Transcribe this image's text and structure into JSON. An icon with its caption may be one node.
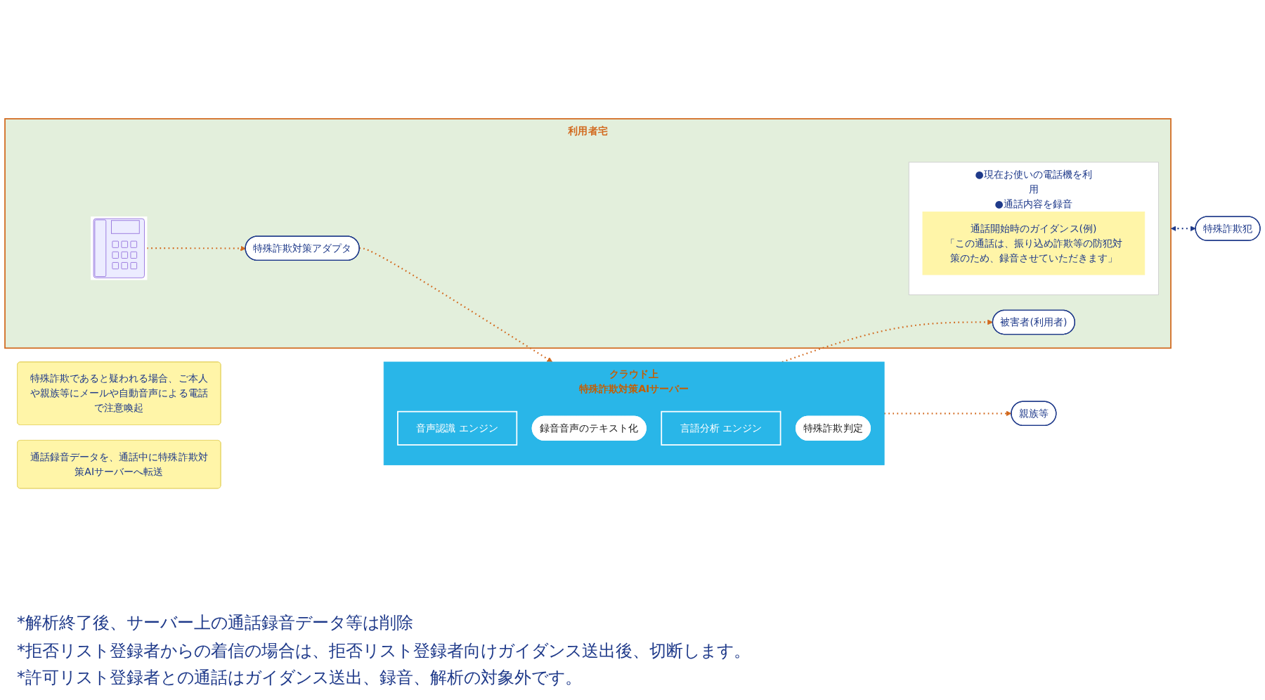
{
  "diagram": {
    "nodes": [
      {
        "text": [
          "親族等"
        ]
      },
      {
        "text": [
          "クラウド上",
          "特殊詐欺対策AIサーバー"
        ]
      },
      {
        "text": [
          "音声認識 エンジン"
        ],
        "in": 1
      },
      {
        "text": [
          "録音音声のテキスト化"
        ],
        "in": 1
      },
      {
        "text": [
          "言語分析 エンジン"
        ],
        "in": 1
      },
      {
        "text": [
          "特殊詐欺判定"
        ],
        "in": 1
      },
      {
        "text": [
          "利用者宅"
        ]
      },
      {
        "text": [
          "●現在お使いの電話機を利用",
          "●通話内容を録音"
        ],
        "in": 6
      },
      {
        "text": [
          "通話開始時のガイダンス(例)",
          "「この通話は、振り込め詐欺等の防犯対策のため、録音させていただきます」"
        ],
        "in": 7
      },
      {
        "text": [
          "被害者(利用者)"
        ],
        "in": 6
      },
      {
        "text": [
          "特殊詐欺対策アダプタ"
        ],
        "in": 6
      },
      {
        "text": [],
        "shape": "picture",
        "in": 6
      },
      {
        "text": [
          "特殊詐欺犯"
        ]
      },
      {
        "text": [
          "特殊詐欺であると疑われる場合、ご本人や親族等にメールや自動音声による電話で注意喚起"
        ]
      },
      {
        "text": [
          "通話録音データを、通話中に特殊詐欺対策AIサーバーへ転送"
        ]
      }
    ],
    "edges": [
      {
        "from": 1,
        "to": 0,
        "arrow": "to",
        "style": "dashed"
      },
      {
        "from": 1,
        "to": 9,
        "arrow": "to",
        "style": "dashed"
      },
      {
        "from": 10,
        "to": 1,
        "arrow": "to",
        "style": "dashed"
      },
      {
        "from": 11,
        "to": 10,
        "arrow": "to",
        "style": "dashed"
      },
      {
        "from": 6,
        "to": 12,
        "arrow": "both",
        "style": "dashed",
        "color": "#1f3a8a"
      }
    ],
    "labels": [
      "*解析終了後、サーバー上の通話録音データ等は削除",
      "*拒否リスト登録者からの着信の場合は、拒否リスト登録者向けガイダンス送出後、切断します。",
      "*許可リスト登録者との通話はガイダンス送出、録音、解析の対象外です。"
    ]
  }
}
